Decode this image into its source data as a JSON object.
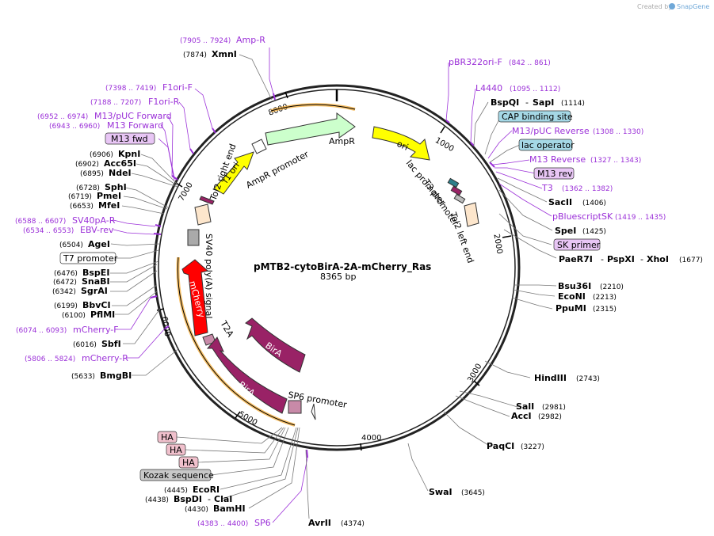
{
  "credit": {
    "created_by": "Created by",
    "brand": "SnapGene"
  },
  "plasmid": {
    "name": "pMTB2-cytoBirA-2A-mCherry_Ras",
    "size": "8365 bp"
  },
  "ticks": [
    "1000",
    "2000",
    "3000",
    "4000",
    "5000",
    "6000",
    "7000",
    "8000"
  ],
  "features": {
    "ampr": "AmpR",
    "ampr_promoter": "AmpR promoter",
    "ori": "ori",
    "f1_ori": "f1 ori",
    "tol2_right": "Tol2 right end",
    "tol2_left": "Tol2 left end",
    "lac_promoter": "lac promoter",
    "t3_promoter": "T3 promoter",
    "sv40": "SV40 poly(A) signal",
    "mcherry": "mCherry",
    "t2a": "T2A",
    "bira1": "BirA",
    "bira2": "BirA",
    "sp6_promoter": "SP6 promoter"
  },
  "boxes": {
    "cap": "CAP binding site",
    "lac_operator": "lac operator",
    "m13_rev_box": "M13 rev",
    "sk_primer": "SK primer",
    "m13_fwd_box": "M13 fwd",
    "t7_promoter": "T7 promoter",
    "ha1": "HA",
    "ha2": "HA",
    "ha3": "HA",
    "kozak": "Kozak sequence"
  },
  "primers": {
    "ampr_r": {
      "pos": "(7905 .. 7924)",
      "name": "Amp-R"
    },
    "f1ori_f": {
      "pos": "(7398 .. 7419)",
      "name": "F1ori-F"
    },
    "f1ori_r": {
      "pos": "(7188 .. 7207)",
      "name": "F1ori-R"
    },
    "m13puc_fwd": {
      "pos": "(6952 .. 6974)",
      "name": "M13/pUC Forward"
    },
    "m13_fwd": {
      "pos": "(6943 .. 6960)",
      "name": "M13 Forward"
    },
    "sv40pa_r": {
      "pos": "(6588 .. 6607)",
      "name": "SV40pA-R"
    },
    "ebv_rev": {
      "pos": "(6534 .. 6553)",
      "name": "EBV-rev"
    },
    "mcherry_f": {
      "pos": "(6074 .. 6093)",
      "name": "mCherry-F"
    },
    "mcherry_r": {
      "pos": "(5806 .. 5824)",
      "name": "mCherry-R"
    },
    "sp6": {
      "pos": "(4383 .. 4400)",
      "name": "SP6"
    },
    "pbr322": {
      "pos": "(842 .. 861)",
      "name": "pBR322ori-F"
    },
    "l4440": {
      "pos": "(1095 .. 1112)",
      "name": "L4440"
    },
    "m13puc_rev": {
      "pos": "(1308 .. 1330)",
      "name": "M13/pUC Reverse"
    },
    "m13_rev": {
      "pos": "(1327 .. 1343)",
      "name": "M13 Reverse"
    },
    "t3": {
      "pos": "(1362 .. 1382)",
      "name": "T3"
    },
    "pbluescriptsk": {
      "pos": "(1419 .. 1435)",
      "name": "pBluescriptSK"
    }
  },
  "enzymes_left": [
    {
      "pos": "(7874)",
      "name": "XmnI"
    },
    {
      "pos": "(6906)",
      "name": "KpnI"
    },
    {
      "pos": "(6902)",
      "name": "Acc65I"
    },
    {
      "pos": "(6895)",
      "name": "NdeI"
    },
    {
      "pos": "(6728)",
      "name": "SphI"
    },
    {
      "pos": "(6719)",
      "name": "PmeI"
    },
    {
      "pos": "(6653)",
      "name": "MfeI"
    },
    {
      "pos": "(6504)",
      "name": "AgeI"
    },
    {
      "pos": "(6476)",
      "name": "BspEI"
    },
    {
      "pos": "(6472)",
      "name": "SnaBI"
    },
    {
      "pos": "(6342)",
      "name": "SgrAI"
    },
    {
      "pos": "(6199)",
      "name": "BbvCI"
    },
    {
      "pos": "(6100)",
      "name": "PflMI"
    },
    {
      "pos": "(6016)",
      "name": "SbfI"
    },
    {
      "pos": "(5633)",
      "name": "BmgBI"
    }
  ],
  "enzymes_bottom_left": {
    "ecori": {
      "pos": "(4445)",
      "name": "EcoRI"
    },
    "bspdi": {
      "pos": "(4438)",
      "name": "BspDI",
      "sep": "-",
      "name2": "ClaI"
    },
    "bamhi": {
      "pos": "(4430)",
      "name": "BamHI"
    },
    "avrii": {
      "name": "AvrII",
      "pos": "(4374)"
    },
    "swai": {
      "name": "SwaI",
      "pos": "(3645)"
    }
  },
  "enzymes_right": {
    "bspqi": {
      "name": "BspQI",
      "sep": "-",
      "name2": "SapI",
      "pos": "(1114)"
    },
    "sacii": {
      "name": "SacII",
      "pos": "(1406)"
    },
    "spei": {
      "name": "SpeI",
      "pos": "(1425)"
    },
    "paer7i": {
      "name": "PaeR7I",
      "sep": "-",
      "name2": "PspXI",
      "sep2": "-",
      "name3": "XhoI",
      "pos": "(1677)"
    },
    "bsu36i": {
      "name": "Bsu36I",
      "pos": "(2210)"
    },
    "econi": {
      "name": "EcoNI",
      "pos": "(2213)"
    },
    "ppumi": {
      "name": "PpuMI",
      "pos": "(2315)"
    },
    "hindiii": {
      "name": "HindIII",
      "pos": "(2743)"
    },
    "sali": {
      "name": "SalI",
      "pos": "(2981)"
    },
    "acci": {
      "name": "AccI",
      "pos": "(2982)"
    },
    "paqci": {
      "name": "PaqCI",
      "pos": "(3227)"
    }
  },
  "colors": {
    "ampr": "#ccffcc",
    "ori": "#ffff00",
    "f1ori": "#ffff00",
    "bira": "#992266",
    "mcherry": "#ff0000",
    "primer": "#9b30d8",
    "orange": "#f5b041",
    "cap_box": "#a5d8e6",
    "primer_box": "#e8c6f5",
    "ha_box": "#f0c0cc",
    "kozak_box": "#c8c8c8"
  }
}
